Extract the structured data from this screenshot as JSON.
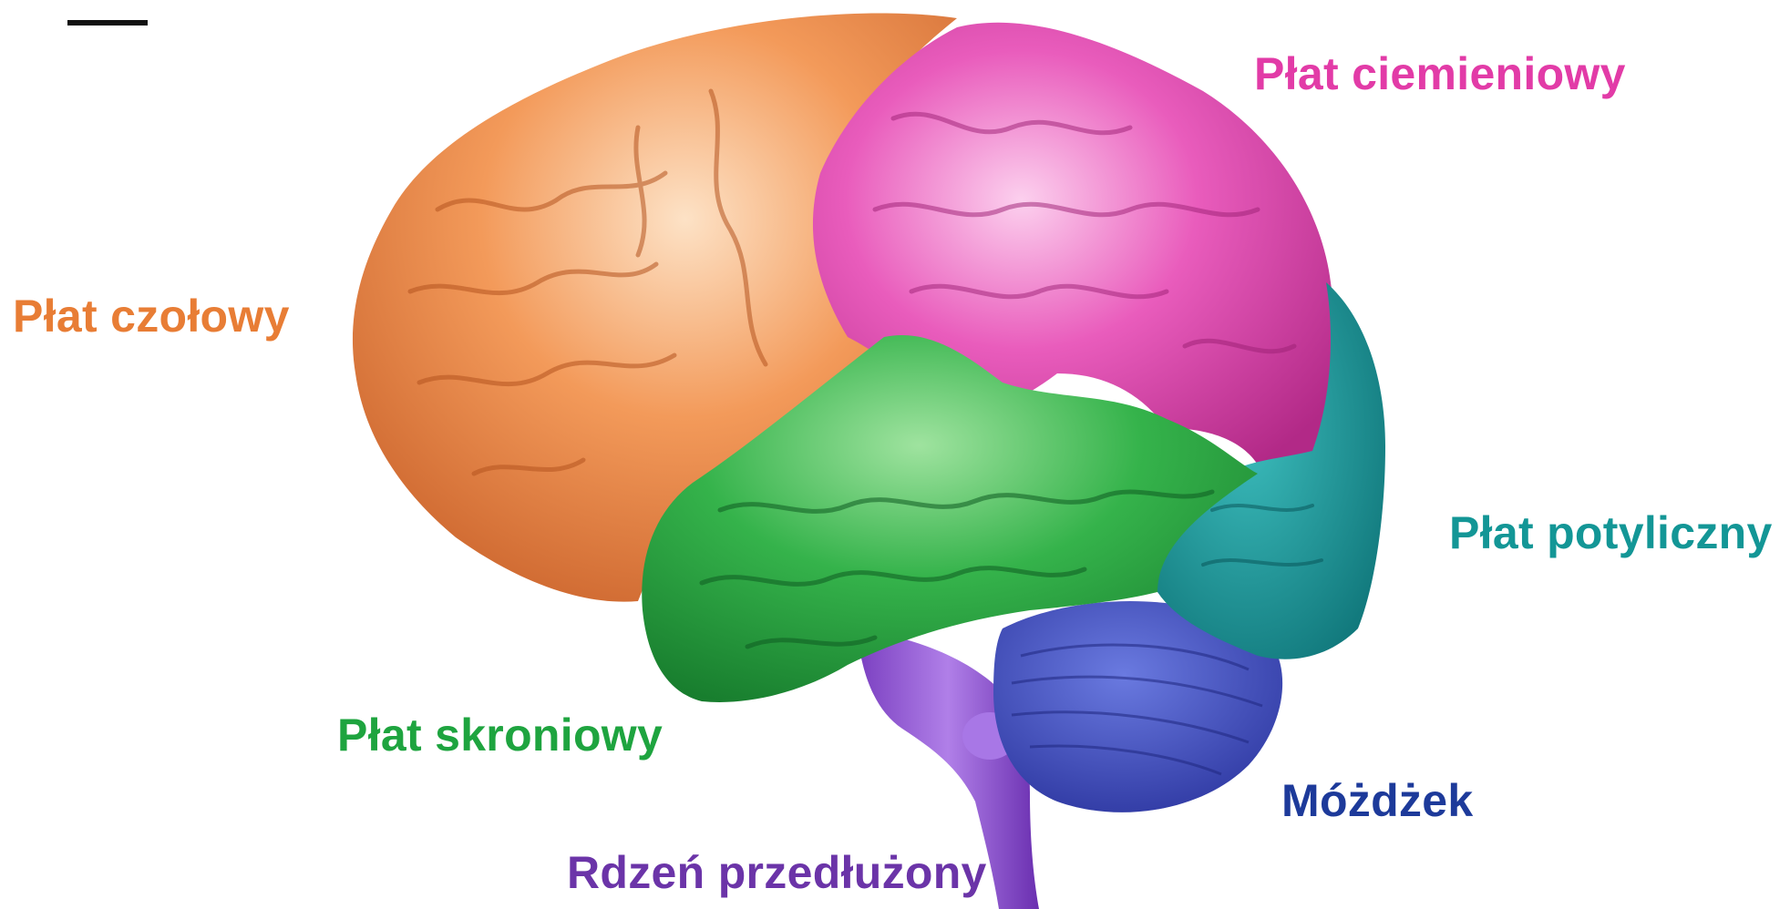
{
  "labels": {
    "frontal": "Płat czołowy",
    "parietal": "Płat ciemieniowy",
    "occipital": "Płat potyliczny",
    "temporal": "Płat skroniowy",
    "cerebellum": "Móżdżek",
    "medulla": "Rdzeń przedłużony"
  },
  "colors": {
    "frontal": "#e87d35",
    "parietal": "#e23ba7",
    "occipital": "#139696",
    "temporal": "#1ea43f",
    "cerebellum": "#1d3a9a",
    "medulla": "#6b34a8"
  },
  "icons": {
    "figure": "brain-lobes-illustration"
  }
}
